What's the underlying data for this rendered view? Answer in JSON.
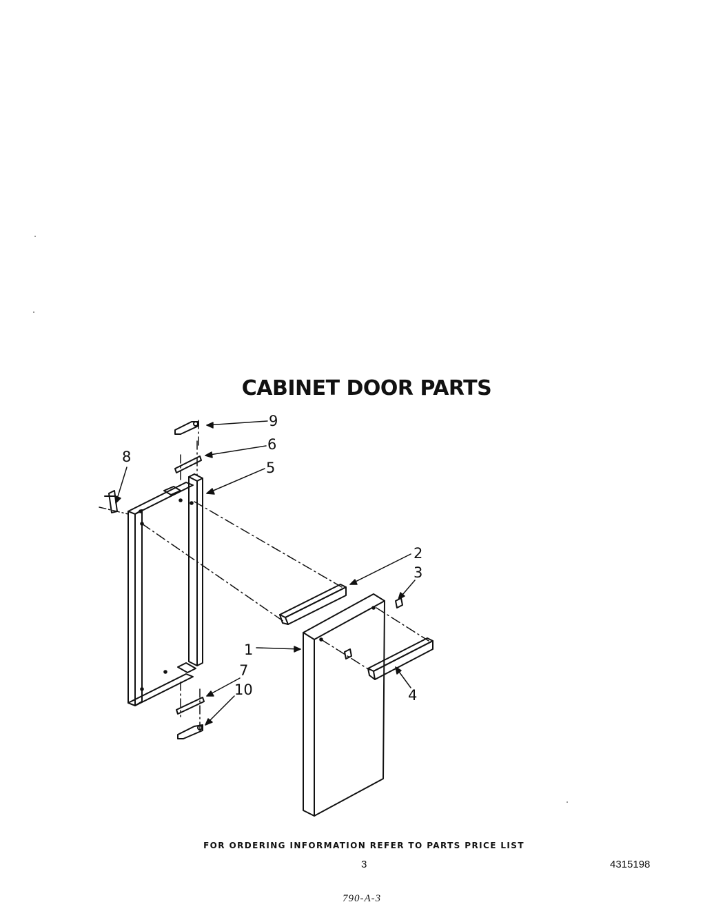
{
  "title": "CABINET DOOR PARTS",
  "callouts": {
    "c1": "1",
    "c2": "2",
    "c3": "3",
    "c4": "4",
    "c5": "5",
    "c6": "6",
    "c7": "7",
    "c8": "8",
    "c9": "9",
    "c10": "10"
  },
  "footer": "FOR ORDERING INFORMATION REFER TO PARTS PRICE LIST",
  "page_number": "3",
  "doc_number": "4315198",
  "handwritten_note": "790-A-3"
}
